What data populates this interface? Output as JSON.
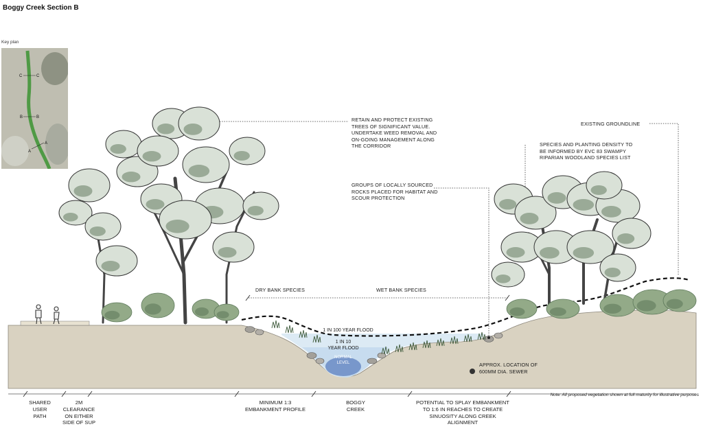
{
  "title": "Boggy Creek Section B",
  "key_plan": {
    "label": "Key plan",
    "markers": [
      {
        "left": "C",
        "right": "C"
      },
      {
        "left": "B",
        "right": "B"
      },
      {
        "left": "A",
        "right": "A"
      }
    ]
  },
  "annotations": {
    "retain_trees": "RETAIN AND PROTECT EXISTING\nTREES OF SIGNIFICANT VALUE.\nUNDERTAKE WEED REMOVAL AND\nON-GOING MANAGEMENT ALONG\nTHE CORRIDOR",
    "existing_groundline": "EXISTING GROUNDLINE",
    "species_density": "SPECIES AND PLANTING DENSITY TO\nBE INFORMED BY EVC 83 SWAMPY\nRIPARIAN WOODLAND SPECIES LIST",
    "rocks": "GROUPS OF LOCALLY SOURCED\nROCKS PLACED FOR HABITAT AND\nSCOUR PROTECTION",
    "dry_bank": "DRY BANK SPECIES",
    "wet_bank": "WET BANK SPECIES",
    "flood_100": "1 IN 100 YEAR FLOOD",
    "flood_10": "1 IN 10\nYEAR FLOOD",
    "normal_level": "NORMAL\nLEVEL",
    "sewer": "APPROX. LOCATION OF\n600mm DIA. SEWER"
  },
  "bottom_labels": {
    "shared_path": "SHARED\nUSER\nPATH",
    "clearance": "2m\nCLEARANCE\nON EITHER\nSIDE OF SUP",
    "embankment": "MINIMUM 1:3\nEMBANKMENT PROFILE",
    "creek": "BOGGY\nCREEK",
    "splay": "POTENTIAL TO SPLAY EMBANKMENT\nTO 1:6 IN REACHES TO CREATE\nSINUOSITY ALONG CREEK\nALIGNMENT"
  },
  "note": "Note: All proposed vegetation shown at full maturity for illustrative purposes",
  "colors": {
    "ground": "#d9d2c1",
    "ground_edge": "#8a857a",
    "canopy_fill": "#d9e1d7",
    "canopy_shade": "#8ea08c",
    "shrub": "#93aa88",
    "shrub_dark": "#5f7a5c",
    "flood_100": "#dceaf4",
    "flood_10": "#c7dcef",
    "normal_water": "#6f8fc6",
    "keyplan_bg": "#b5b8ad",
    "keyplan_creek": "#4f9a45"
  }
}
